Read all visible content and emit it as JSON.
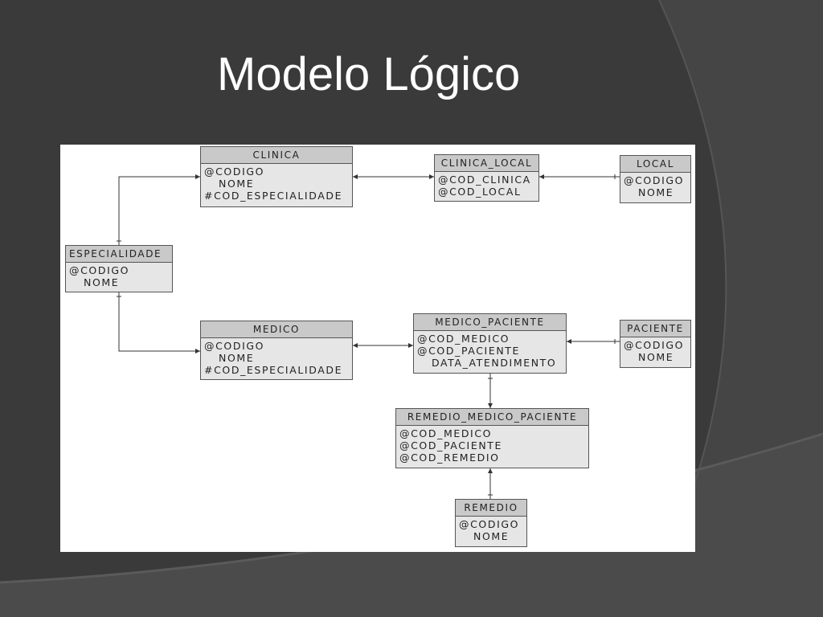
{
  "slide": {
    "title": "Modelo Lógico",
    "colors": {
      "background": "#3a3a3a",
      "entity_header": "#c9c9c9",
      "entity_body": "#e6e6e6",
      "title_text": "#ffffff"
    }
  },
  "diagram": {
    "entities": [
      {
        "id": "clinica",
        "name": "CLINICA",
        "attributes": [
          "@CODIGO",
          "NOME",
          "#COD_ESPECIALIDADE"
        ]
      },
      {
        "id": "clinica_local",
        "name": "CLINICA_LOCAL",
        "attributes": [
          "@COD_CLINICA",
          "@COD_LOCAL"
        ]
      },
      {
        "id": "local",
        "name": "LOCAL",
        "attributes": [
          "@CODIGO",
          "NOME"
        ]
      },
      {
        "id": "especialidade",
        "name": "ESPECIALIDADE",
        "attributes": [
          "@CODIGO",
          "NOME"
        ]
      },
      {
        "id": "medico",
        "name": "MEDICO",
        "attributes": [
          "@CODIGO",
          "NOME",
          "#COD_ESPECIALIDADE"
        ]
      },
      {
        "id": "medico_paciente",
        "name": "MEDICO_PACIENTE",
        "attributes": [
          "@COD_MEDICO",
          "@COD_PACIENTE",
          "DATA_ATENDIMENTO"
        ]
      },
      {
        "id": "paciente",
        "name": "PACIENTE",
        "attributes": [
          "@CODIGO",
          "NOME"
        ]
      },
      {
        "id": "remedio_medico_paciente",
        "name": "REMEDIO_MEDICO_PACIENTE",
        "attributes": [
          "@COD_MEDICO",
          "@COD_PACIENTE",
          "@COD_REMEDIO"
        ]
      },
      {
        "id": "remedio",
        "name": "REMEDIO",
        "attributes": [
          "@CODIGO",
          "NOME"
        ]
      }
    ],
    "relationships": [
      {
        "from": "especialidade",
        "to": "clinica"
      },
      {
        "from": "clinica",
        "to": "clinica_local"
      },
      {
        "from": "local",
        "to": "clinica_local"
      },
      {
        "from": "especialidade",
        "to": "medico"
      },
      {
        "from": "medico",
        "to": "medico_paciente"
      },
      {
        "from": "paciente",
        "to": "medico_paciente"
      },
      {
        "from": "medico_paciente",
        "to": "remedio_medico_paciente"
      },
      {
        "from": "remedio",
        "to": "remedio_medico_paciente"
      }
    ]
  }
}
